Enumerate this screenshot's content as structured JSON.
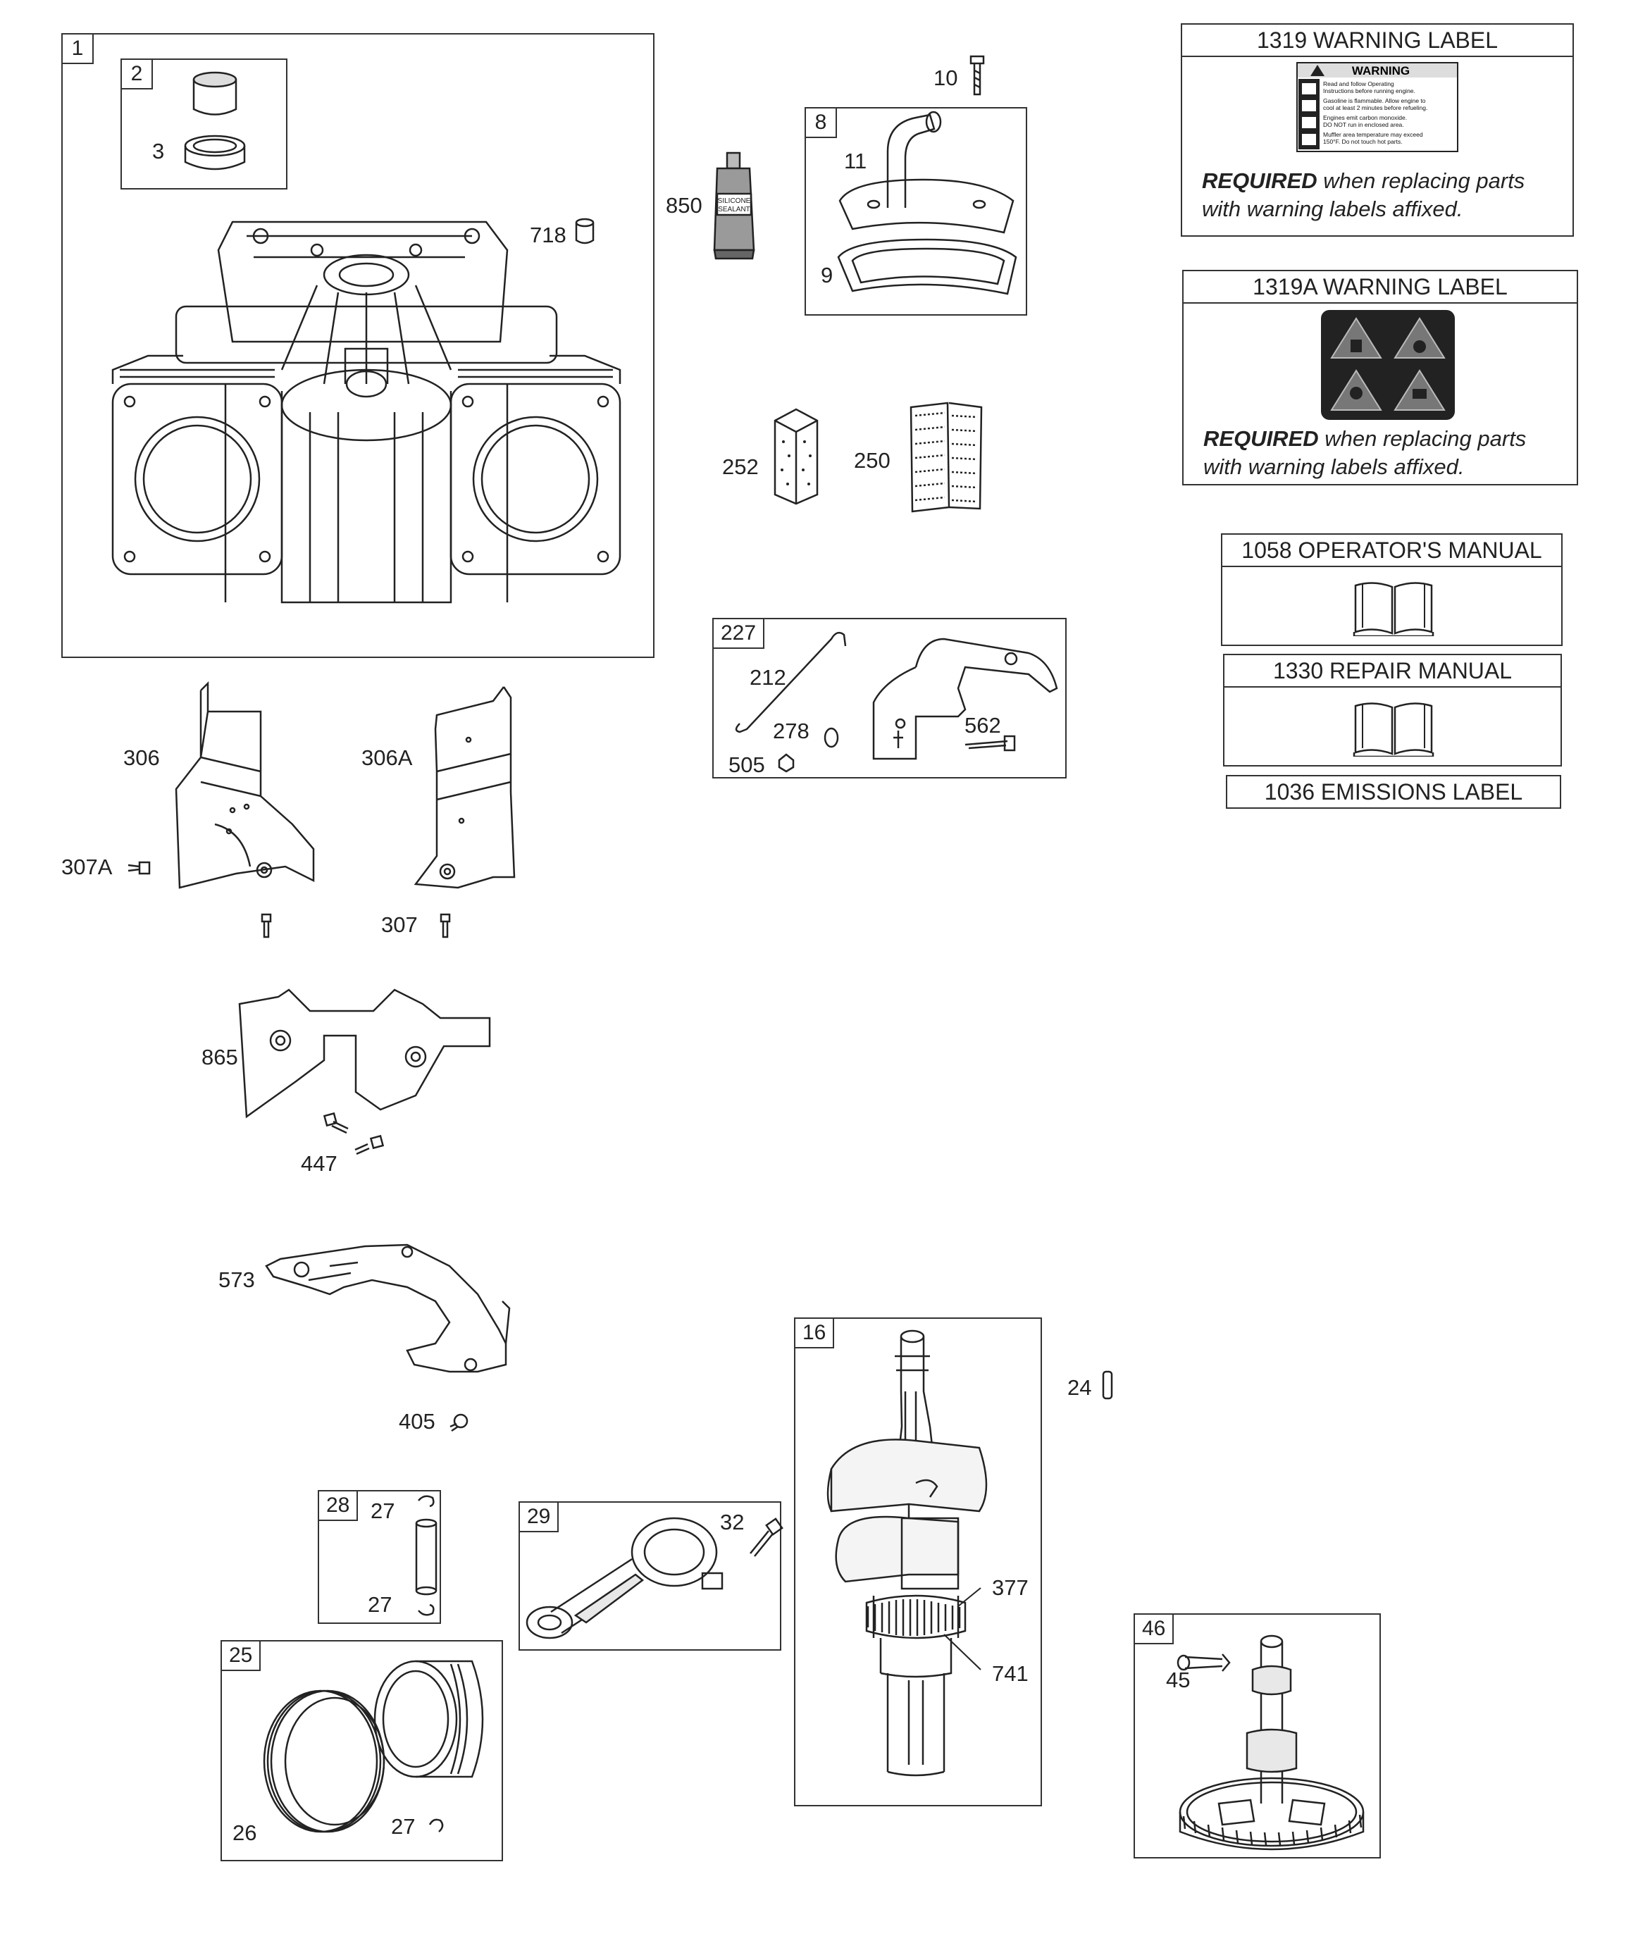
{
  "callouts": {
    "n1": "1",
    "n2": "2",
    "n3": "3",
    "n718": "718",
    "n850": "850",
    "n10": "10",
    "n8": "8",
    "n11": "11",
    "n9": "9",
    "n252": "252",
    "n250": "250",
    "n227": "227",
    "n212": "212",
    "n278": "278",
    "n505": "505",
    "n562": "562",
    "n306": "306",
    "n306a": "306A",
    "n307a": "307A",
    "n307": "307",
    "n865": "865",
    "n447": "447",
    "n573": "573",
    "n405": "405",
    "n28": "28",
    "n27a": "27",
    "n27b": "27",
    "n29": "29",
    "n32": "32",
    "n25": "25",
    "n26": "26",
    "n27c": "27",
    "n16": "16",
    "n377": "377",
    "n741": "741",
    "n24": "24",
    "n46": "46",
    "n45": "45"
  },
  "labels": {
    "warn1319": {
      "title": "1319 WARNING LABEL",
      "req_bold": "REQUIRED",
      "req_rest": " when replacing parts",
      "req_line2": "with warning labels affixed.",
      "sticker_head": "WARNING",
      "sticker_text": [
        "Read and follow Operating",
        "Instructions before running engine.",
        "Gasoline is flammable. Allow engine to",
        "cool at least 2 minutes before refueling.",
        "Engines emit carbon monoxide.",
        "DO NOT run in enclosed area.",
        "Muffler area temperature may exceed",
        "150°F. Do not touch hot parts."
      ]
    },
    "warn1319a": {
      "title": "1319A WARNING LABEL",
      "req_bold": "REQUIRED",
      "req_rest": " when replacing parts",
      "req_line2": "with warning labels affixed."
    },
    "op1058": {
      "title": "1058 OPERATOR'S MANUAL"
    },
    "rep1330": {
      "title": "1330 REPAIR MANUAL"
    },
    "emis1036": {
      "title": "1036 EMISSIONS LABEL"
    }
  },
  "tube_text": [
    "SILICONE",
    "SEALANT"
  ]
}
